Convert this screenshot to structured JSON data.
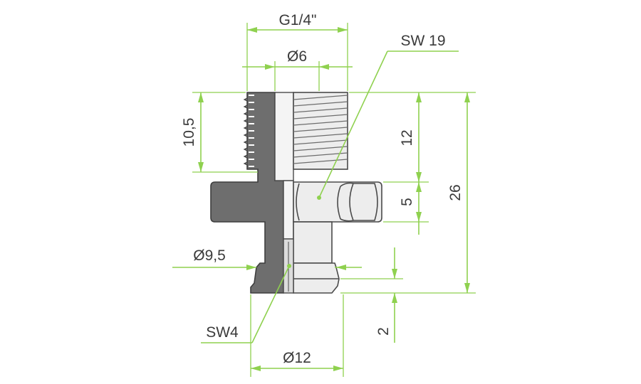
{
  "drawing": {
    "dimensions": {
      "thread_size": "G1/4\"",
      "bore_diameter": "Ø6",
      "wrench_size_nut": "SW 19",
      "thread_length": "10,5",
      "length_12": "12",
      "nut_height": "5",
      "overall_length": "26",
      "diameter_small": "Ø9,5",
      "wrench_size_hex": "SW4",
      "tip_height": "2",
      "diameter_large": "Ø12"
    },
    "colors": {
      "dimension_line": "#8fd14f",
      "section_fill": "#6e6e6e",
      "part_fill": "#e9e9e9",
      "outline": "#4a4a4a"
    }
  }
}
